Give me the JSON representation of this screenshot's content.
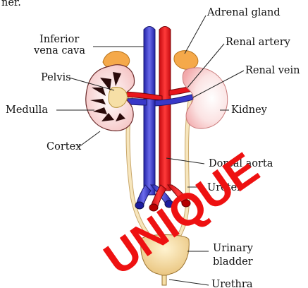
{
  "header": {
    "partial_text": "ner."
  },
  "labels": {
    "adrenal_gland": "Adrenal gland",
    "renal_artery": "Renal artery",
    "renal_vein": "Renal vein",
    "kidney": "Kidney",
    "dorsal_aorta": "Dorsal aorta",
    "ureter": "Ureter",
    "urinary": "Urinary",
    "bladder": "bladder",
    "urethra": "Urethra",
    "inferior": "Inferior",
    "vena_cava": "vena cava",
    "pelvis": "Pelvis",
    "medulla": "Medulla",
    "cortex": "Cortex"
  },
  "watermark": {
    "text": "UNIQUE",
    "color": "#ee1111"
  },
  "colors": {
    "artery": "#e8151b",
    "vein": "#3b3bd0",
    "kidney": "#f6c6c6",
    "adrenal": "#f5a94a",
    "ureter": "#f3e3b5",
    "bladder": "#f6dfa6"
  }
}
